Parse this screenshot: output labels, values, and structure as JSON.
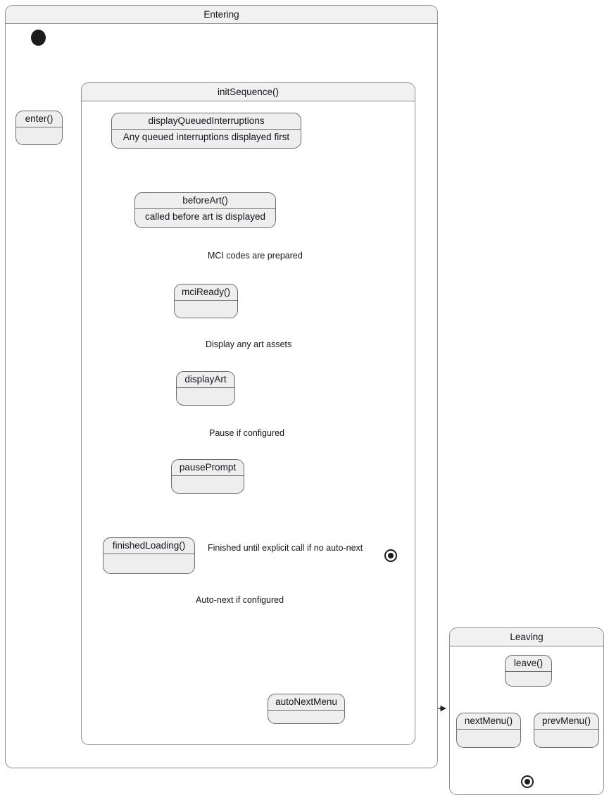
{
  "diagram": {
    "type": "uml-state-machine",
    "colors": {
      "composite_header_bg": "#f1f1f1",
      "state_fill": "#eeeeee",
      "state_border": "#6b6b6b",
      "composite_border": "#8c8c8c",
      "line": "#1c1c1c",
      "text": "#14141c",
      "page_bg": "#ffffff"
    }
  },
  "entering": {
    "title": "Entering",
    "enter_state": {
      "name": "enter()",
      "body": ""
    },
    "init_sequence": {
      "title": "initSequence()",
      "states": [
        {
          "name": "displayQueuedInterruptions",
          "body": "Any queued interruptions displayed first"
        },
        {
          "name": "beforeArt()",
          "body": "called before art is displayed"
        },
        {
          "name": "mciReady()",
          "body": ""
        },
        {
          "name": "displayArt",
          "body": ""
        },
        {
          "name": "pausePrompt",
          "body": ""
        },
        {
          "name": "finishedLoading()",
          "body": ""
        },
        {
          "name": "autoNextMenu",
          "body": ""
        }
      ],
      "transition_labels": [
        "MCI codes are prepared",
        "Display any art assets",
        "Pause if configured",
        "Finished until explicit call if no auto-next",
        "Auto-next if configured"
      ]
    }
  },
  "leaving": {
    "title": "Leaving",
    "states": [
      {
        "name": "leave()",
        "body": ""
      },
      {
        "name": "nextMenu()",
        "body": ""
      },
      {
        "name": "prevMenu()",
        "body": ""
      }
    ]
  }
}
